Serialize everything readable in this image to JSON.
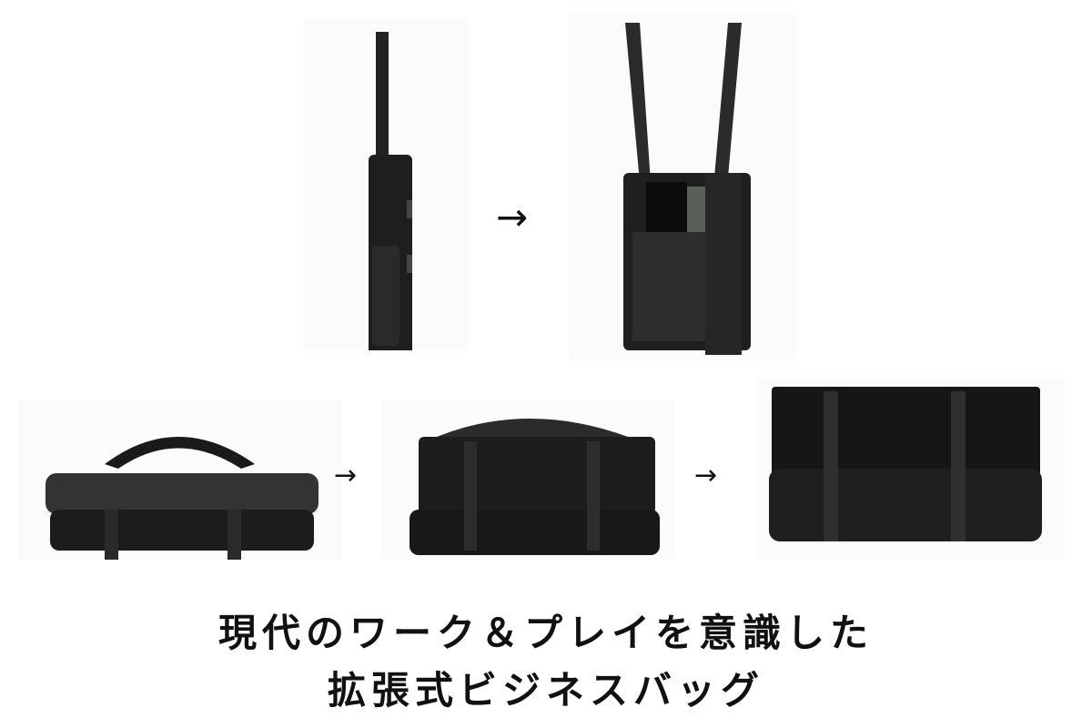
{
  "photos": {
    "top_row": [
      {
        "name": "bag-side-collapsed",
        "state": "collapsed side view"
      },
      {
        "name": "bag-side-expanded",
        "state": "expanded side view"
      }
    ],
    "bottom_row": [
      {
        "name": "bag-front-flat",
        "state": "flat"
      },
      {
        "name": "bag-front-mid",
        "state": "partially expanded"
      },
      {
        "name": "bag-front-full",
        "state": "fully expanded"
      }
    ]
  },
  "arrows": {
    "top": "→",
    "bottom_1": "→",
    "bottom_2": "→"
  },
  "caption": {
    "line1": "現代のワーク＆プレイを意識した",
    "line2": "拡張式ビジネスバッグ"
  },
  "colors": {
    "background": "#ffffff",
    "bag": "#1c1c1c",
    "text": "#111111"
  }
}
